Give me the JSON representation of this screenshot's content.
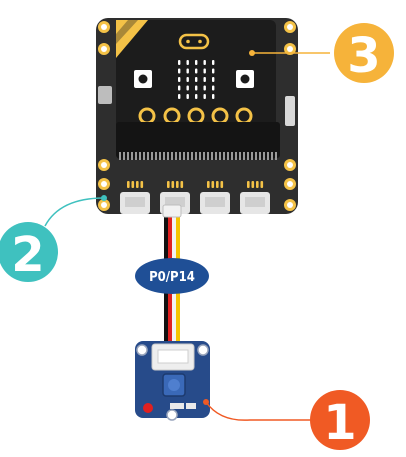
{
  "port_label": "P0/P14",
  "callouts": [
    {
      "number": "1",
      "color": "#f05a24"
    },
    {
      "number": "2",
      "color": "#3fc1bf"
    },
    {
      "number": "3",
      "color": "#f6b33a"
    }
  ],
  "colors": {
    "board_body": "#2f2f2f",
    "board_dark": "#1f1f1f",
    "gold": "#f4c247",
    "connector": "#e6e6e6",
    "sensor_pcb": "#274b8a",
    "cable_black": "#111111",
    "cable_red": "#e02020",
    "cable_white": "#f2f2f2",
    "cable_yellow": "#f5c400",
    "label_ellipse": "#1f4f96"
  }
}
